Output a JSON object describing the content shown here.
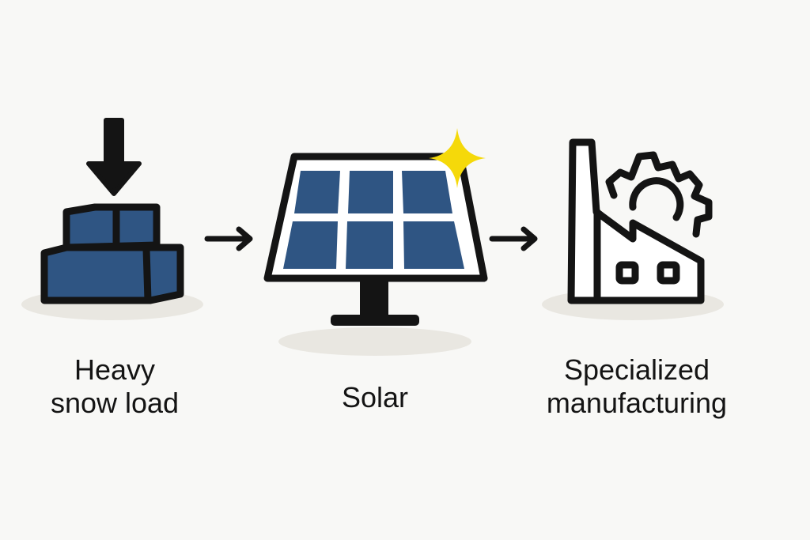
{
  "steps": [
    {
      "label_line1": "Heavy",
      "label_line2": "snow load",
      "icon": "falling-weight-on-blocks-icon"
    },
    {
      "label_line1": "Solar",
      "icon": "solar-panel-icon"
    },
    {
      "label_line1": "Specialized",
      "label_line2": "manufacturing",
      "icon": "factory-gear-icon"
    }
  ],
  "colors": {
    "panel_blue": "#2f5583",
    "outline": "#141414",
    "sparkle": "#f5d90a",
    "shadow": "#e9e7e1",
    "background": "#f8f8f6"
  }
}
